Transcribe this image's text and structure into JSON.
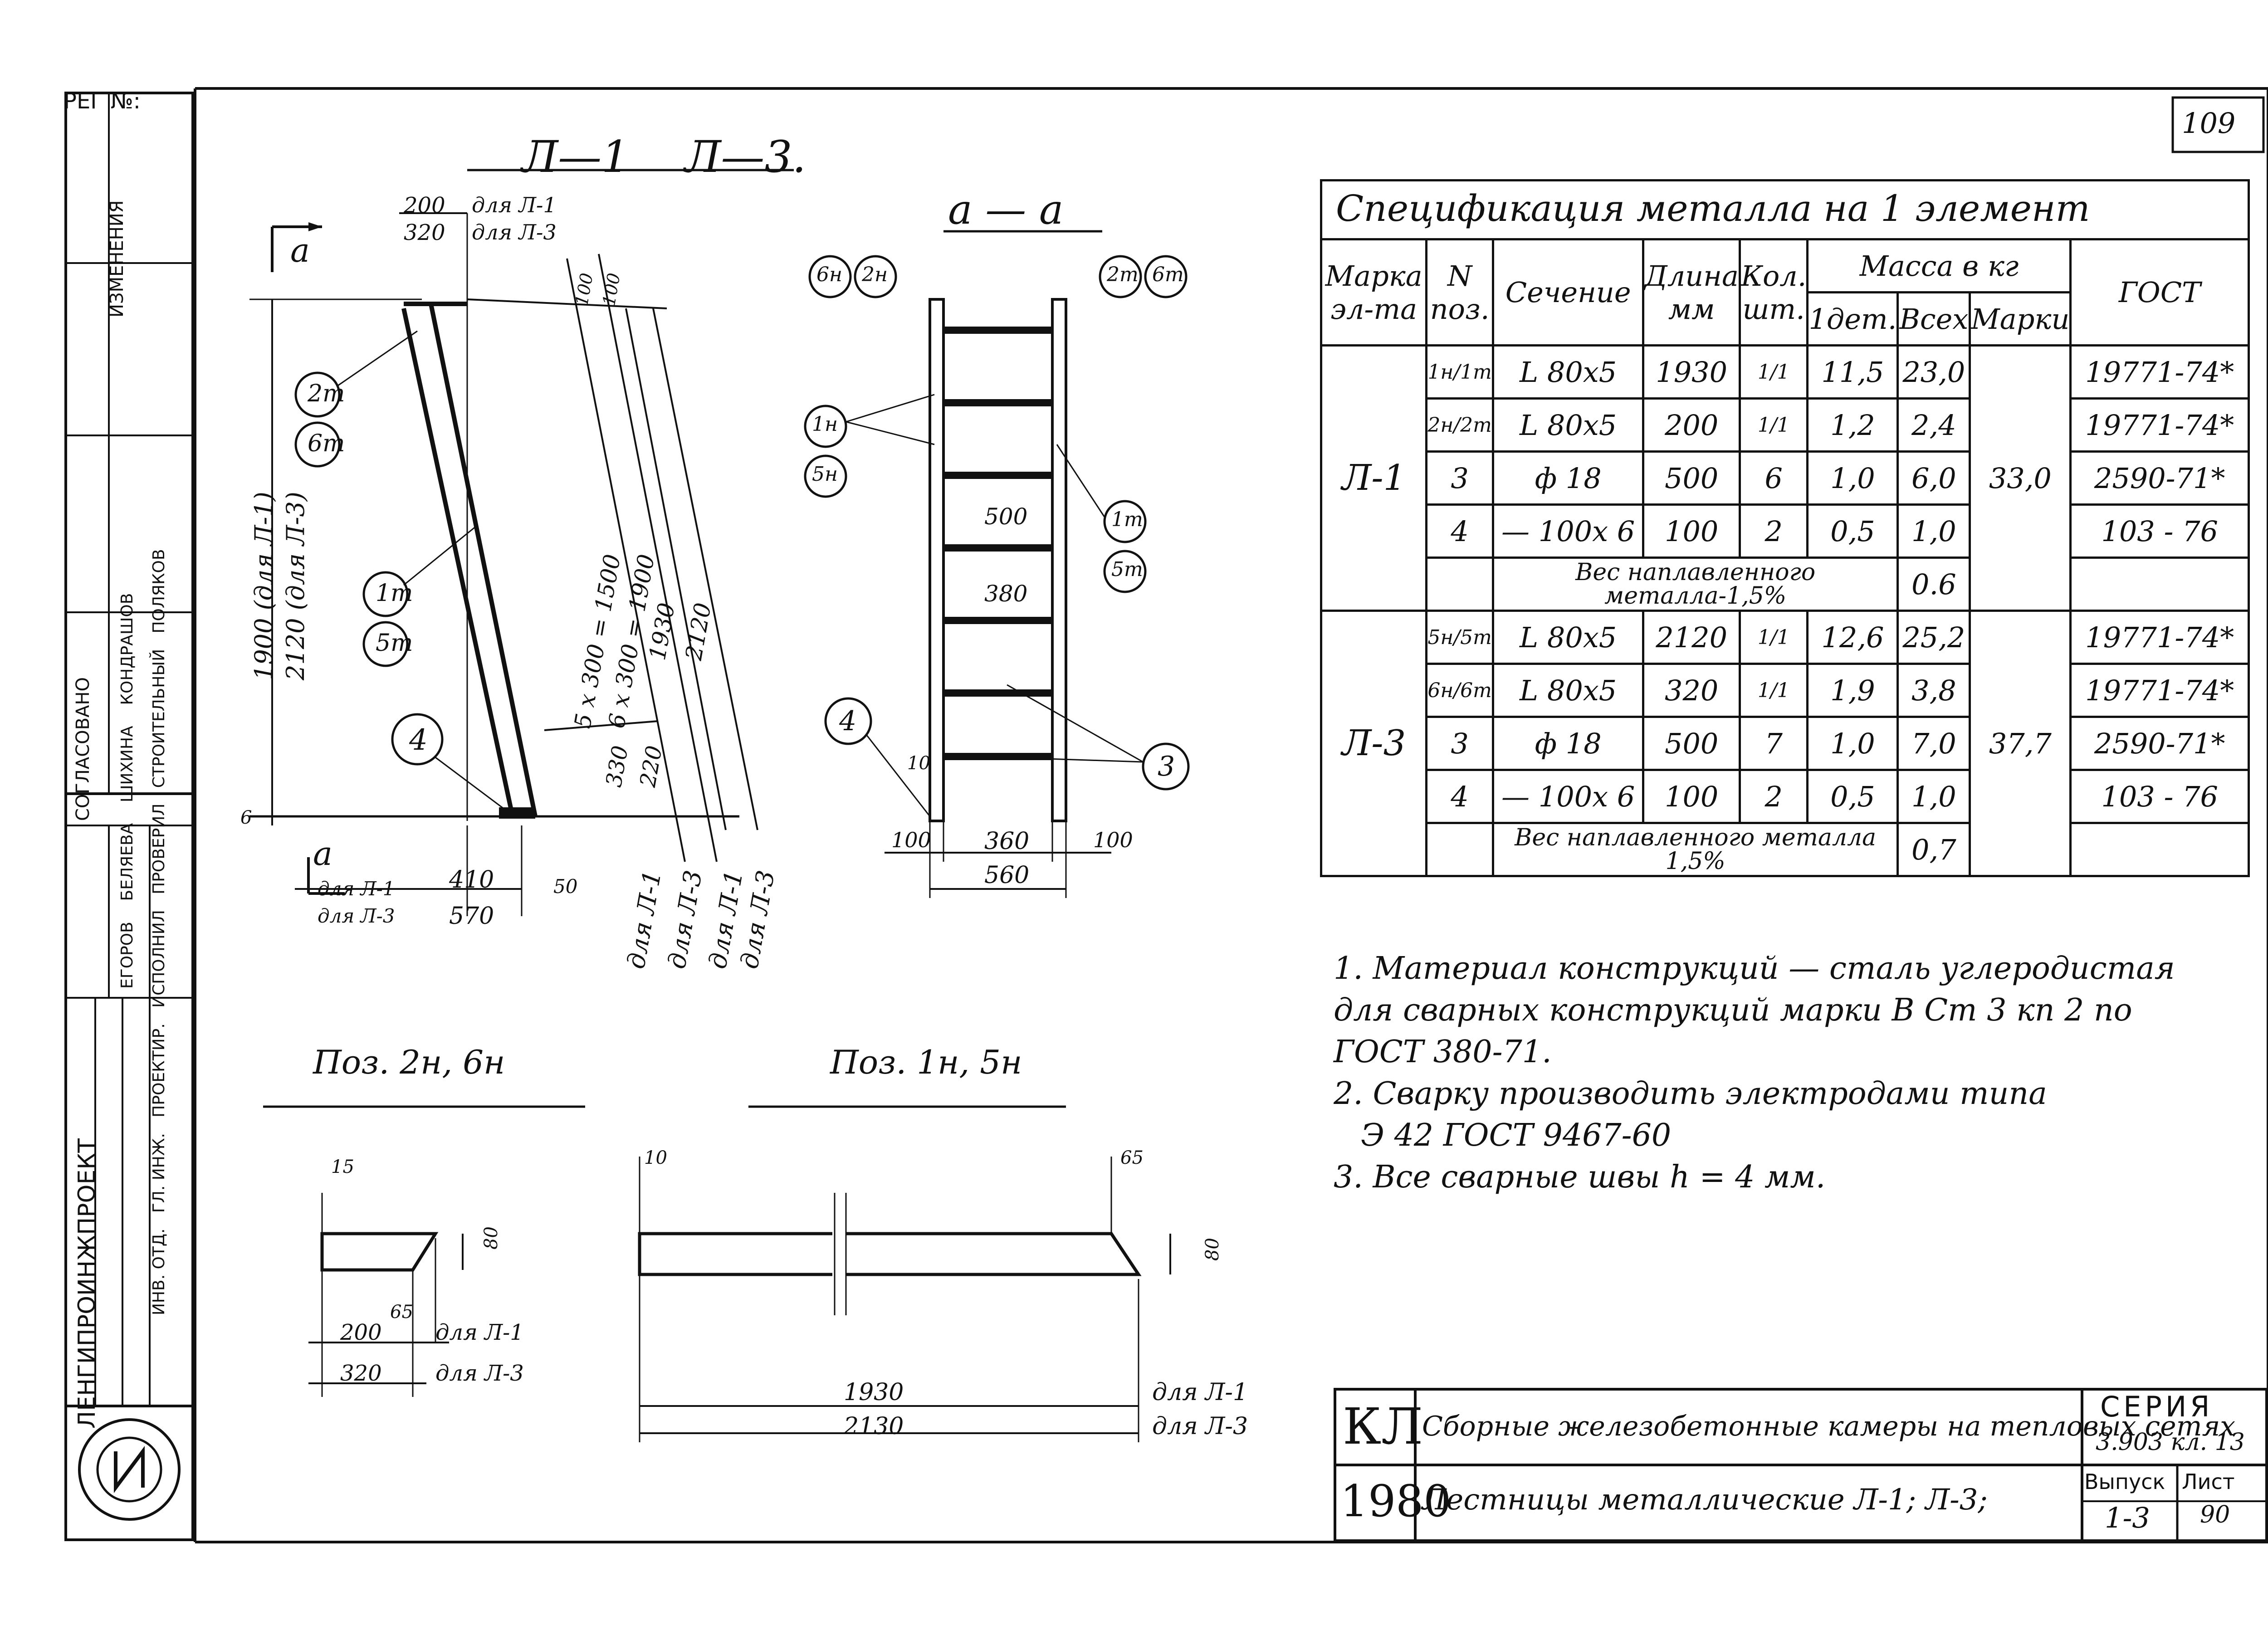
{
  "sheet": {
    "page_no": "109",
    "reg_label": "РЕГ №:",
    "org": "ЛЕНГИПРОИНЖПРОЕКТ",
    "dept_rows": [
      "ИНВ. ОТД.",
      "ГЛ. ИНЖ.",
      "ПРОЕКТИР.",
      "ИСПОЛНИЛ",
      "ПРОВЕРИЛ",
      "СТРОИТЕЛЬНЫЙ",
      "ПОЛЯКОВ"
    ],
    "agreed": "СОГЛАСОВАНО",
    "names": [
      "ЕГОРОВ",
      "БЕЛЯЕВА",
      "ШИХИНА",
      "КОНДРАШОВ"
    ],
    "revisions": "ИЗМЕНЕНИЯ"
  },
  "drawing_main": {
    "title": "Л—1    Л—3.",
    "section_mark": "а",
    "dims": {
      "top_200": "200",
      "top_320": "320",
      "for_l1": "для Л-1",
      "for_l3": "для Л-3",
      "h1900": "1900 (для Л-1)",
      "h2120": "2120 (для Л-3)",
      "rung_l1": "5 х 300 = 1500",
      "rung_l3": "6 х 300 = 1900",
      "len1930": "1930",
      "len2120": "2120",
      "d330": "330",
      "d220": "220",
      "d100a": "100",
      "d100b": "100",
      "bot_410": "410",
      "bot_570": "570",
      "bot_50": "50",
      "left_6": "6",
      "rot_l1a": "для Л-1",
      "rot_l3a": "для Л-3",
      "rot_l1b": "для Л-1",
      "rot_l3b": "для Л-3"
    },
    "callouts": [
      "2т",
      "6т",
      "1т",
      "5т",
      "4"
    ]
  },
  "drawing_section": {
    "title": "а — а",
    "callouts": [
      "6н",
      "2н",
      "2т",
      "6т",
      "1н",
      "5н",
      "1т",
      "5т",
      "4",
      "3"
    ],
    "dims": {
      "d500": "500",
      "d380": "380",
      "d10": "10",
      "d100l": "100",
      "d360": "360",
      "d100r": "100",
      "d560": "560"
    }
  },
  "pos2": {
    "title": "Поз. 2н, 6н",
    "dims": {
      "d15": "15",
      "d80": "80",
      "d65": "65",
      "d200": "200",
      "d320": "320",
      "l1": "для Л-1",
      "l3": "для Л-3"
    }
  },
  "pos1": {
    "title": "Поз. 1н, 5н",
    "dims": {
      "d10": "10",
      "d65": "65",
      "d80": "80",
      "d1930": "1930",
      "d2130": "2130",
      "l1": "для Л-1",
      "l3": "для Л-3"
    }
  },
  "spec": {
    "title": "Спецификация металла на 1 элемент",
    "headers": {
      "mark": "Марка эл-та",
      "pos": "N поз.",
      "section": "Сечение",
      "length": "Длина мм",
      "qty": "Кол. шт.",
      "mass": "Масса в кг",
      "m1": "1дет.",
      "mall": "Всех",
      "mmark": "Марки",
      "gost": "ГОСТ"
    },
    "groups": [
      {
        "mark": "Л-1",
        "total": "33,0",
        "rows": [
          {
            "pos": "1н/1т",
            "section": "L 80х5",
            "len": "1930",
            "qty": "1/1",
            "m1": "11,5",
            "mall": "23,0",
            "gost": "19771-74*"
          },
          {
            "pos": "2н/2т",
            "section": "L 80х5",
            "len": "200",
            "qty": "1/1",
            "m1": "1,2",
            "mall": "2,4",
            "gost": "19771-74*"
          },
          {
            "pos": "3",
            "section": "ф 18",
            "len": "500",
            "qty": "6",
            "m1": "1,0",
            "mall": "6,0",
            "gost": "2590-71*"
          },
          {
            "pos": "4",
            "section": "— 100х 6",
            "len": "100",
            "qty": "2",
            "m1": "0,5",
            "mall": "1,0",
            "gost": "103 - 76"
          }
        ],
        "weld": "Вес наплавленного металла-1,5%",
        "weld_val": "0.6"
      },
      {
        "mark": "Л-3",
        "total": "37,7",
        "rows": [
          {
            "pos": "5н/5т",
            "section": "L 80х5",
            "len": "2120",
            "qty": "1/1",
            "m1": "12,6",
            "mall": "25,2",
            "gost": "19771-74*"
          },
          {
            "pos": "6н/6т",
            "section": "L 80х5",
            "len": "320",
            "qty": "1/1",
            "m1": "1,9",
            "mall": "3,8",
            "gost": "19771-74*"
          },
          {
            "pos": "3",
            "section": "ф 18",
            "len": "500",
            "qty": "7",
            "m1": "1,0",
            "mall": "7,0",
            "gost": "2590-71*"
          },
          {
            "pos": "4",
            "section": "— 100х 6",
            "len": "100",
            "qty": "2",
            "m1": "0,5",
            "mall": "1,0",
            "gost": "103 - 76"
          }
        ],
        "weld": "Вес наплавленного металла 1,5%",
        "weld_val": "0,7"
      }
    ]
  },
  "notes": [
    "1. Материал конструкций — сталь углеродистая",
    "для сварных конструкций марки В Ст 3 кп 2 по",
    "ГОСТ 380-71.",
    "2. Сварку производить электродами типа",
    "Э 42 ГОСТ 9467-60",
    "3. Все сварные швы h = 4 мм."
  ],
  "stamp": {
    "kl": "КЛ",
    "series_title": "Сборные железобетонные камеры на тепловых сетях",
    "series_label": "СЕРИЯ",
    "series_val": "3.903 кл. 13",
    "year": "1980",
    "sheet_title": "Лестницы металлические Л-1; Л-3;",
    "issue_label": "Выпуск",
    "issue_val": "1-3",
    "list_label": "Лист",
    "list_val": "90"
  }
}
